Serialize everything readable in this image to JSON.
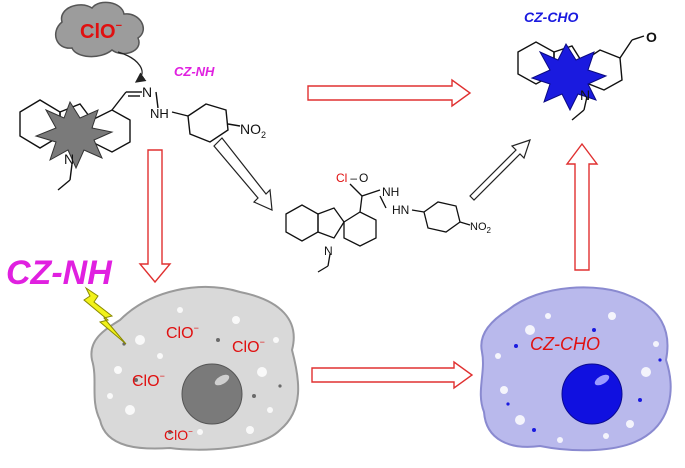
{
  "title": "",
  "colors": {
    "probe_label": "#e020e0",
    "product_label": "#1a1adf",
    "hypochlorite_label": "#e01010",
    "red_arrow": "#e03030",
    "cell_gray": "#d9d9d9",
    "cell_blue": "#b9b9ec",
    "nucleus_gray": "#7a7a7a",
    "nucleus_blue": "#1010e0",
    "lightning": "#f2f21a"
  },
  "reagent": {
    "text": "ClO",
    "charge": "−"
  },
  "molecules": {
    "probe": {
      "name": "CZ-NH",
      "hydrazone": "N",
      "nh": "NH",
      "nitro": "NO",
      "nitro_sub": "2",
      "carbazole_n": "N"
    },
    "intermediate": {
      "cl_o": "Cl",
      "o": "O",
      "nh_top": "NH",
      "nh_bottom": "HN",
      "nitro": "NO",
      "nitro_sub": "2",
      "carbazole_n": "N"
    },
    "product": {
      "name": "CZ-CHO",
      "aldehyde_o": "O",
      "carbazole_n": "N"
    }
  },
  "cells": {
    "probe_cell": {
      "probe_label": "CZ-NH",
      "ions": [
        "ClO",
        "ClO",
        "ClO",
        "ClO"
      ],
      "ion_charge": "−"
    },
    "product_cell": {
      "product_label": "CZ-CHO"
    }
  },
  "icons": [
    "lightning-icon",
    "burst-icon",
    "curved-arrow-icon"
  ]
}
